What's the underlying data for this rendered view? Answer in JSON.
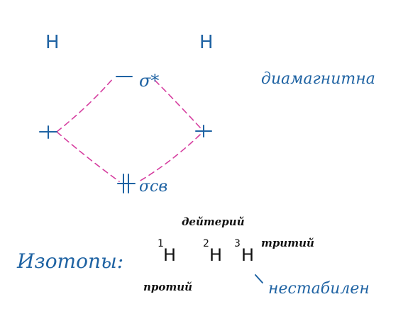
{
  "mo_diagram": {
    "atom_left": "H",
    "atom_right": "H",
    "antibonding_label": "σ*",
    "bonding_label": "σсв",
    "property_note": "диамагнитна",
    "colors": {
      "ink_blue": "#1f63a3",
      "ink_black": "#111111",
      "dash_magenta": "#d63fa0"
    }
  },
  "isotopes": {
    "heading": "Изотопы:",
    "items": [
      {
        "mass": "1",
        "symbol": "H",
        "name": "протий"
      },
      {
        "mass": "2",
        "symbol": "H",
        "name": "дейтерий"
      },
      {
        "mass": "3",
        "symbol": "H",
        "name": "тритий",
        "note": "нестабилен"
      }
    ]
  }
}
